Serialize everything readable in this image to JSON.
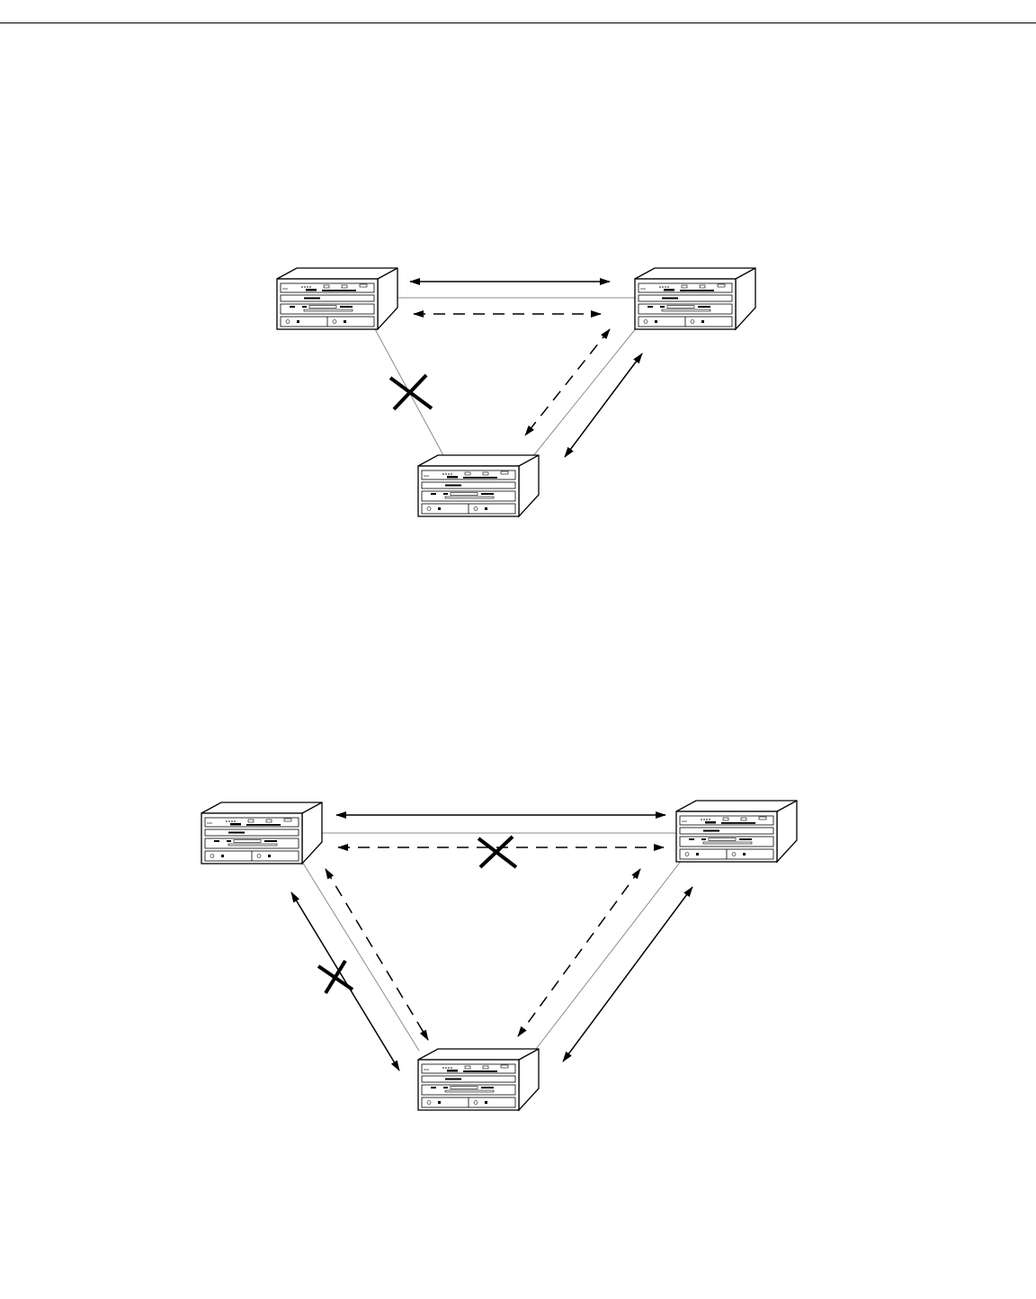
{
  "colors": {
    "ink": "#000000",
    "link": "#8c8c8c",
    "background": "#ffffff"
  },
  "diagrams": [
    {
      "name": "top",
      "routers": [
        "router-a",
        "router-b",
        "router-c"
      ],
      "links": [
        {
          "from": "router-a",
          "to": "router-b",
          "status": "up"
        },
        {
          "from": "router-a",
          "to": "router-c",
          "status": "failed"
        },
        {
          "from": "router-b",
          "to": "router-c",
          "status": "up"
        }
      ],
      "flows": [
        {
          "between": [
            "router-a",
            "router-b"
          ],
          "style": "solid",
          "blocked": false
        },
        {
          "between": [
            "router-a",
            "router-b"
          ],
          "style": "dashed",
          "blocked": false
        },
        {
          "between": [
            "router-b",
            "router-c"
          ],
          "style": "solid",
          "blocked": false
        },
        {
          "between": [
            "router-b",
            "router-c"
          ],
          "style": "dashed",
          "blocked": false
        }
      ]
    },
    {
      "name": "bottom",
      "routers": [
        "router-a",
        "router-b",
        "router-c"
      ],
      "links": [
        {
          "from": "router-a",
          "to": "router-b",
          "status": "up"
        },
        {
          "from": "router-a",
          "to": "router-c",
          "status": "up"
        },
        {
          "from": "router-b",
          "to": "router-c",
          "status": "up"
        }
      ],
      "flows": [
        {
          "between": [
            "router-a",
            "router-b"
          ],
          "style": "solid",
          "blocked": false
        },
        {
          "between": [
            "router-a",
            "router-b"
          ],
          "style": "dashed",
          "blocked": true
        },
        {
          "between": [
            "router-a",
            "router-c"
          ],
          "style": "solid",
          "blocked": true
        },
        {
          "between": [
            "router-a",
            "router-c"
          ],
          "style": "dashed",
          "blocked": false
        },
        {
          "between": [
            "router-b",
            "router-c"
          ],
          "style": "solid",
          "blocked": false
        },
        {
          "between": [
            "router-b",
            "router-c"
          ],
          "style": "dashed",
          "blocked": false
        }
      ]
    }
  ]
}
